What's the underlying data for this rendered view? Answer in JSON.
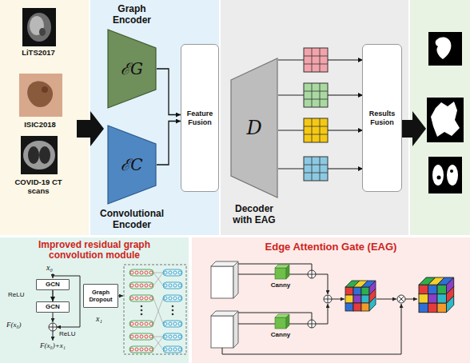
{
  "diagram": {
    "nodes": [
      {
        "text": [
          "Graph Encoder",
          "ℰG"
        ]
      },
      {
        "text": [
          "ℰC",
          "Convolutional Encoder"
        ]
      },
      {
        "text": [
          "Feature Fusion"
        ]
      },
      {
        "text": [
          "D",
          "Decoder with EAG"
        ]
      },
      {
        "text": [
          "Results Fusion"
        ]
      },
      {
        "text": [
          "Improved residual graph convolution module"
        ]
      },
      {
        "text": [
          "GCN"
        ],
        "in": 5
      },
      {
        "text": [
          "GCN"
        ],
        "in": 5
      },
      {
        "text": [
          "Graph Dropout"
        ],
        "in": 5
      },
      {
        "text": [
          "Edge Attention Gate (EAG)"
        ]
      },
      {
        "text": [
          "Canny"
        ],
        "in": 9
      },
      {
        "text": [
          "Canny"
        ],
        "in": 9
      }
    ],
    "edges": [
      {
        "from": 0,
        "to": 2,
        "arrow": "to"
      },
      {
        "from": 1,
        "to": 2,
        "arrow": "to"
      },
      {
        "from": 6,
        "to": 7,
        "arrow": "to"
      }
    ],
    "labels": [
      "LiTS2017",
      "ISIC2018",
      "COVID-19 CT scans",
      "x₀",
      "ReLU",
      "F(x₀)",
      "ReLU",
      "F(x₀)+x₁",
      "x₁"
    ]
  }
}
